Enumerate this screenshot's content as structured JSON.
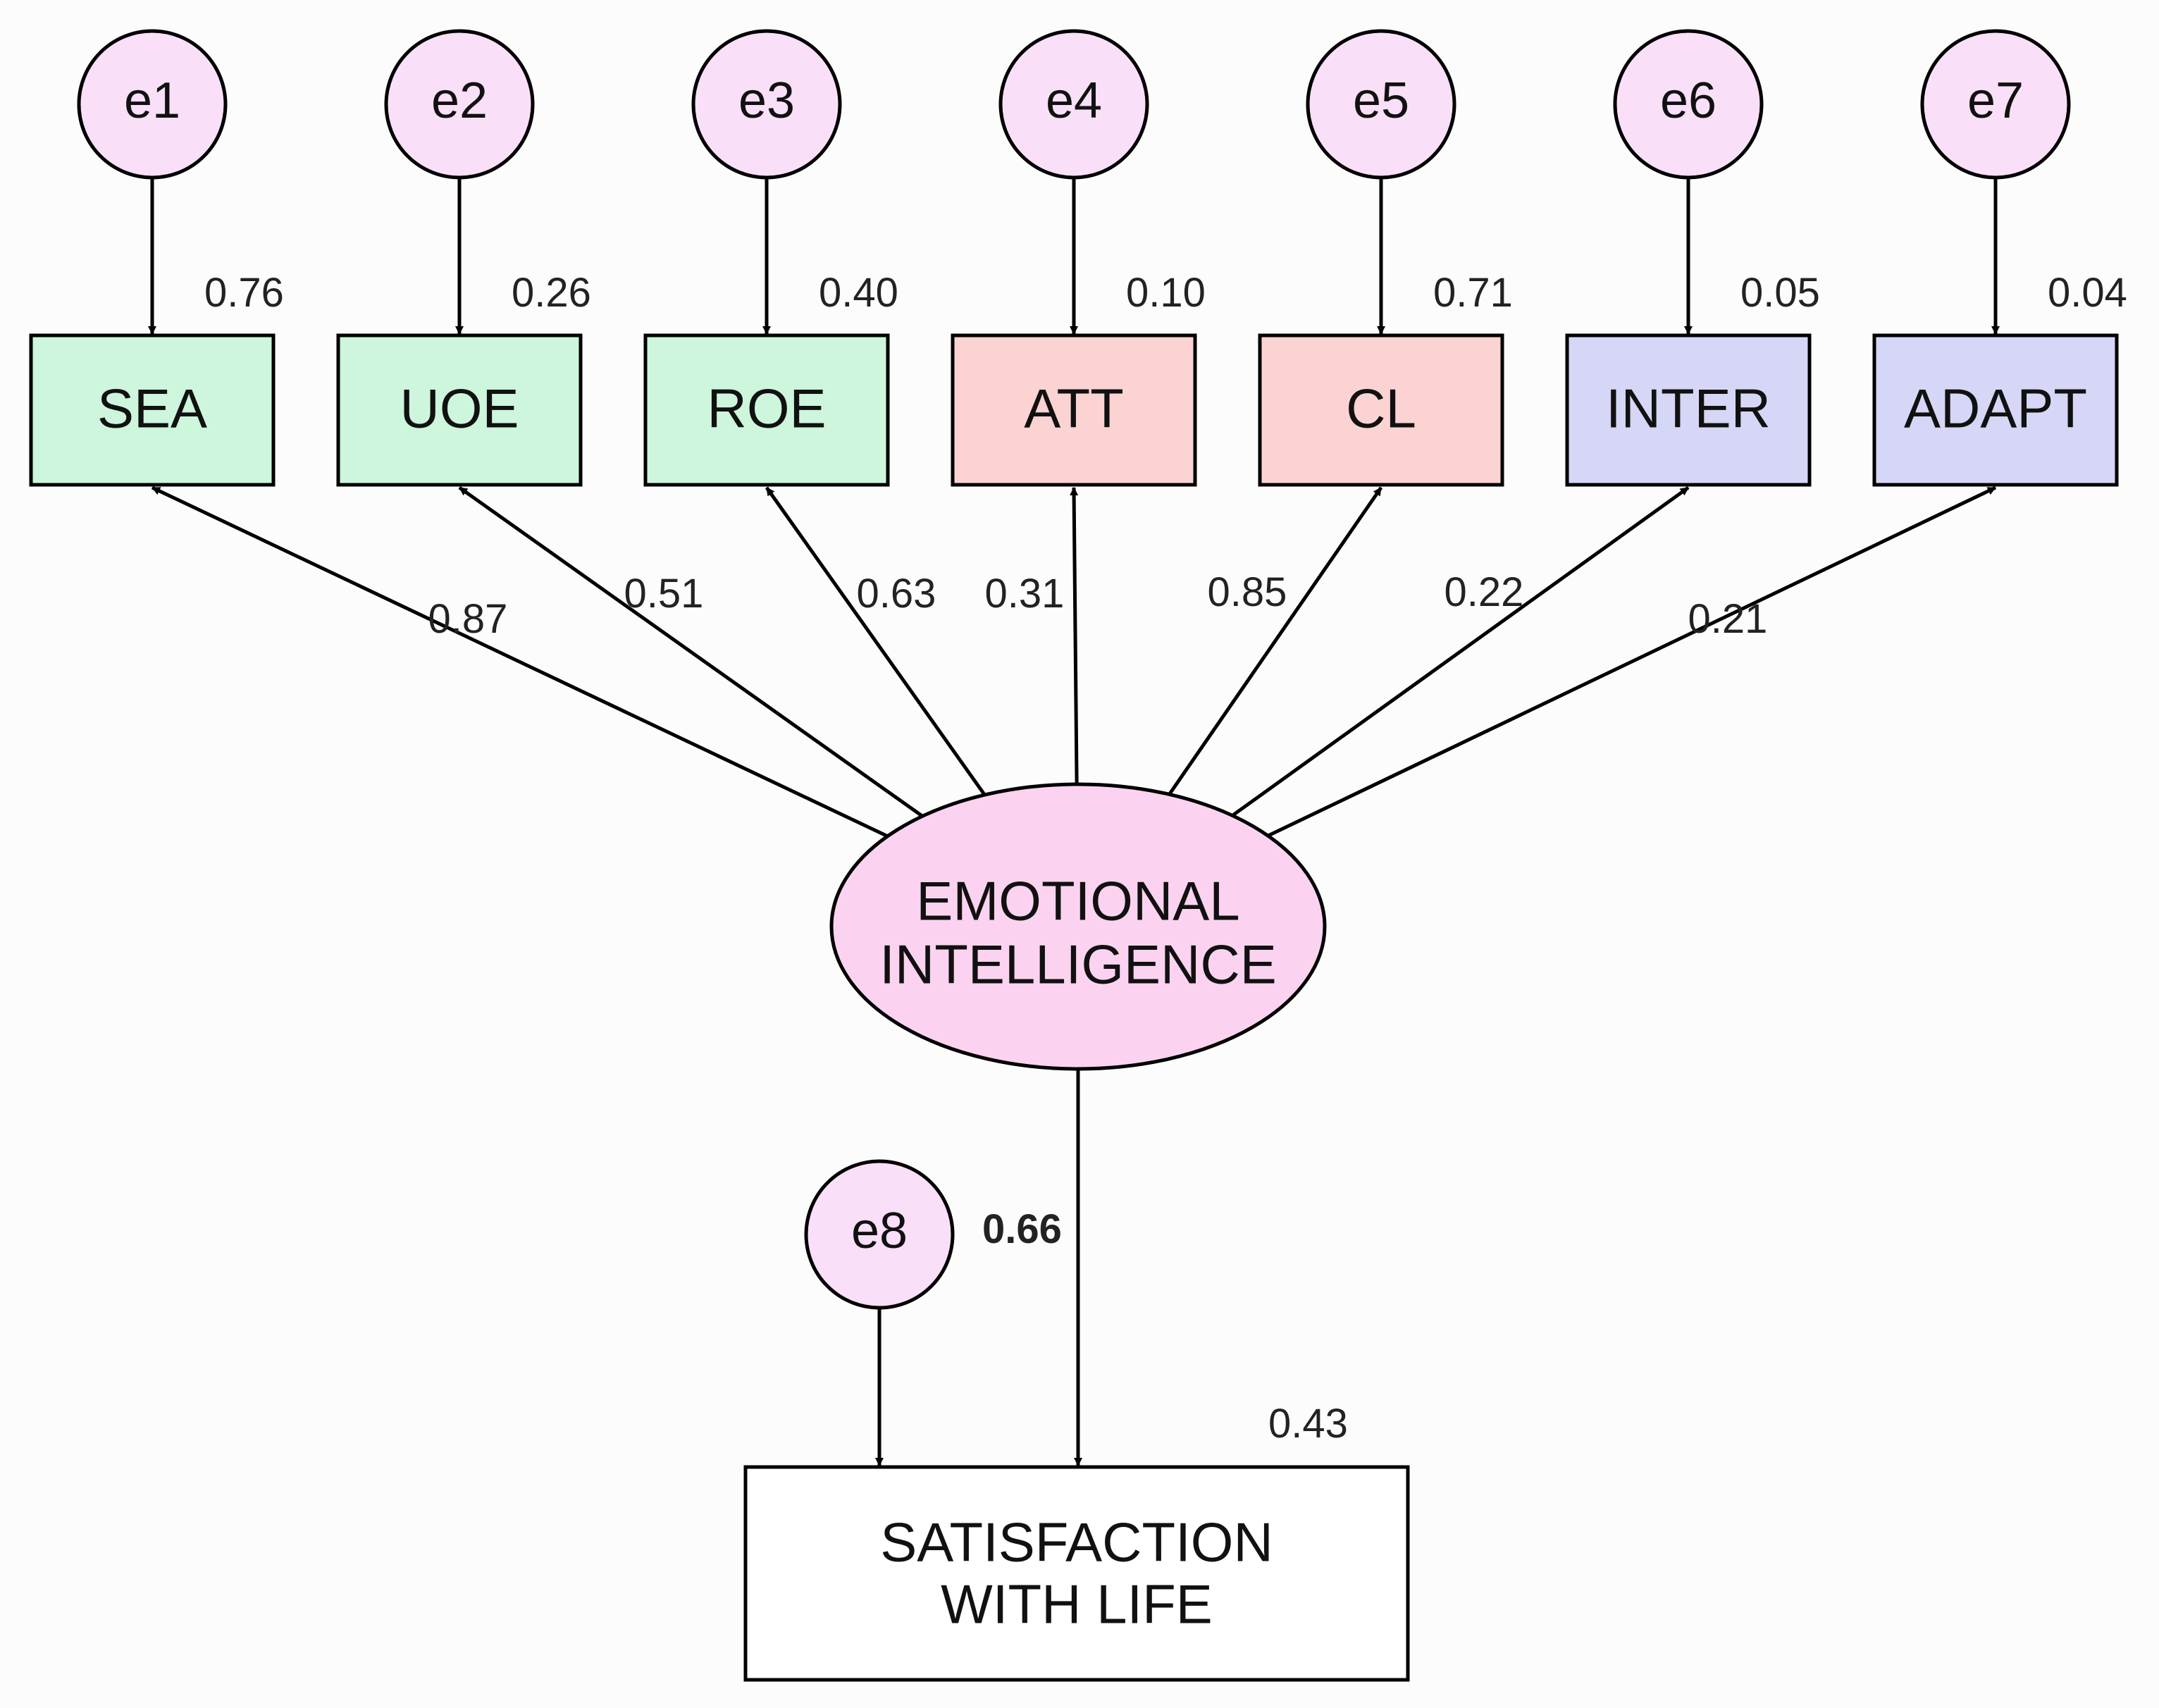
{
  "colors": {
    "error_fill": "#f9dff7",
    "latent_fill": "#fbd3f0",
    "green_fill": "#cdf6dc",
    "red_fill": "#fbd3d3",
    "blue_fill": "#d6d7f6",
    "outcome_fill": "#ffffff",
    "stroke": "#000000"
  },
  "latent": {
    "line1": "EMOTIONAL",
    "line2": "INTELLIGENCE"
  },
  "indicators": [
    {
      "label": "SEA",
      "error": "e1",
      "r2": "0.76",
      "loading": "0.87",
      "group": "green"
    },
    {
      "label": "UOE",
      "error": "e2",
      "r2": "0.26",
      "loading": "0.51",
      "group": "green"
    },
    {
      "label": "ROE",
      "error": "e3",
      "r2": "0.40",
      "loading": "0.63",
      "group": "green"
    },
    {
      "label": "ATT",
      "error": "e4",
      "r2": "0.10",
      "loading": "0.31",
      "group": "red"
    },
    {
      "label": "CL",
      "error": "e5",
      "r2": "0.71",
      "loading": "0.85",
      "group": "red"
    },
    {
      "label": "INTER",
      "error": "e6",
      "r2": "0.05",
      "loading": "0.22",
      "group": "blue"
    },
    {
      "label": "ADAPT",
      "error": "e7",
      "r2": "0.04",
      "loading": "0.21",
      "group": "blue"
    }
  ],
  "outcome": {
    "line1": "SATISFACTION",
    "line2": "WITH LIFE",
    "error": "e8",
    "r2": "0.43",
    "path": "0.66"
  }
}
